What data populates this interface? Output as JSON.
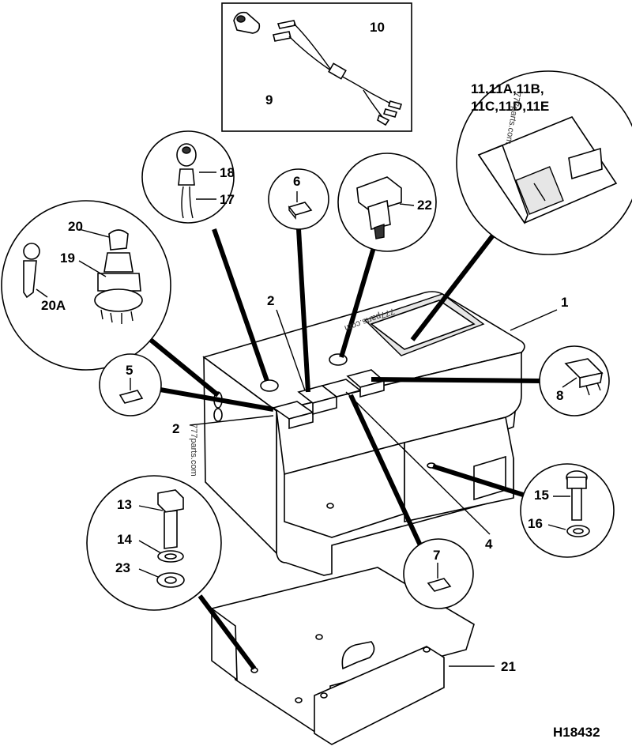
{
  "figure_code": "H18432",
  "watermarks": [
    "777parts.com",
    "777parts.com",
    "777parts.com"
  ],
  "callouts": {
    "c1": "1",
    "c2_top": "2",
    "c2_bottom": "2",
    "c4": "4",
    "c5": "5",
    "c6": "6",
    "c7": "7",
    "c8": "8",
    "c9": "9",
    "c10": "10",
    "c11_line1": "11,11A,11B,",
    "c11_line2": "11C,11D,11E",
    "c13": "13",
    "c14": "14",
    "c15": "15",
    "c16": "16",
    "c17": "17",
    "c18": "18",
    "c19": "19",
    "c20": "20",
    "c20a": "20A",
    "c21": "21",
    "c22": "22",
    "c23": "23"
  }
}
